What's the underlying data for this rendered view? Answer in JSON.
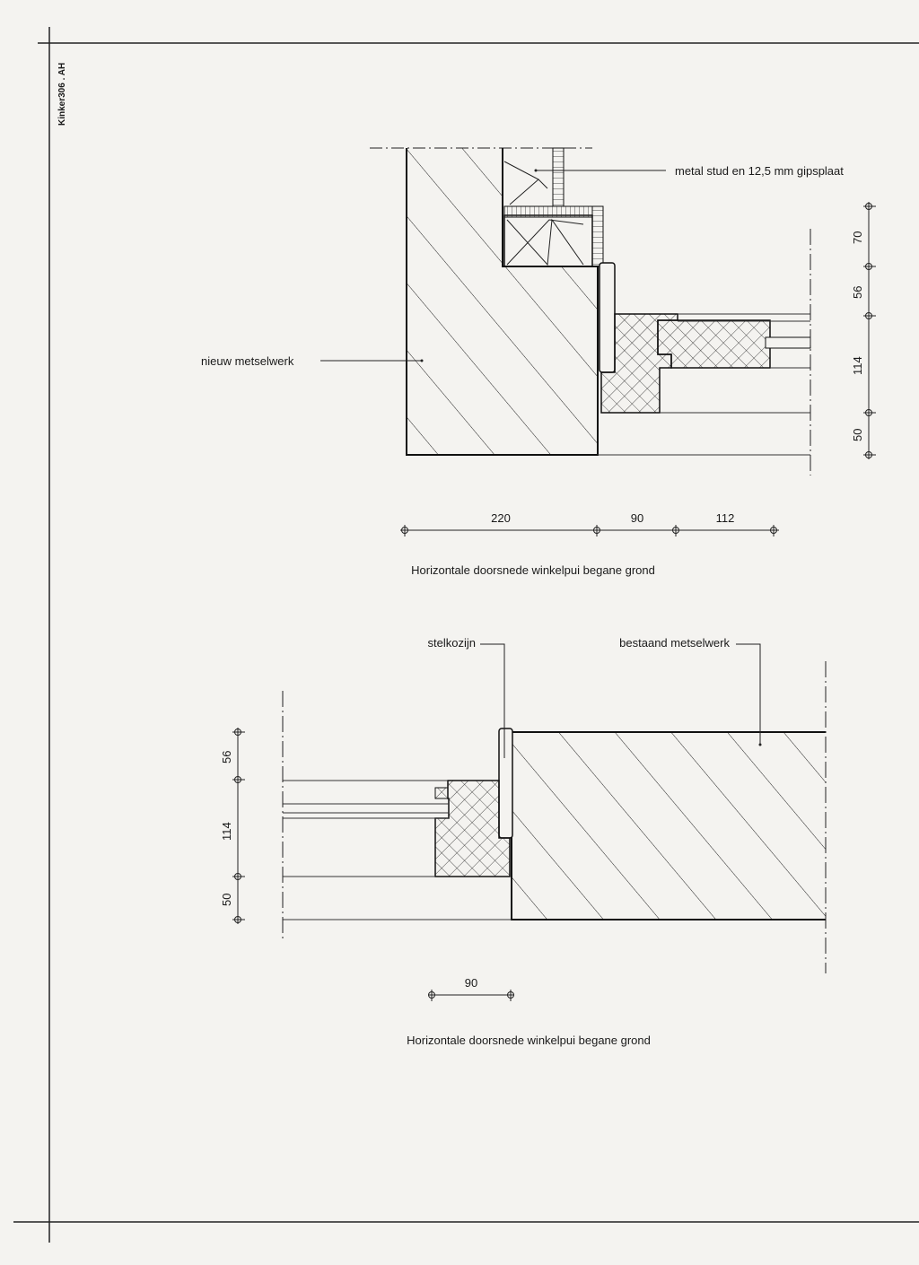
{
  "sheet": {
    "side_label": "Kinker306 . AH"
  },
  "detail_top": {
    "labels": {
      "stud": "metal stud en 12,5 mm gipsplaat",
      "masonry": "nieuw metselwerk"
    },
    "dims_vertical": [
      "70",
      "56",
      "114",
      "50"
    ],
    "dims_horizontal": [
      "220",
      "90",
      "112"
    ],
    "caption": "Horizontale doorsnede winkelpui begane grond"
  },
  "detail_bottom": {
    "labels": {
      "frame": "stelkozijn",
      "masonry": "bestaand metselwerk"
    },
    "dims_vertical": [
      "56",
      "114",
      "50"
    ],
    "dims_horizontal": [
      "90"
    ],
    "caption": "Horizontale doorsnede winkelpui begane grond"
  }
}
